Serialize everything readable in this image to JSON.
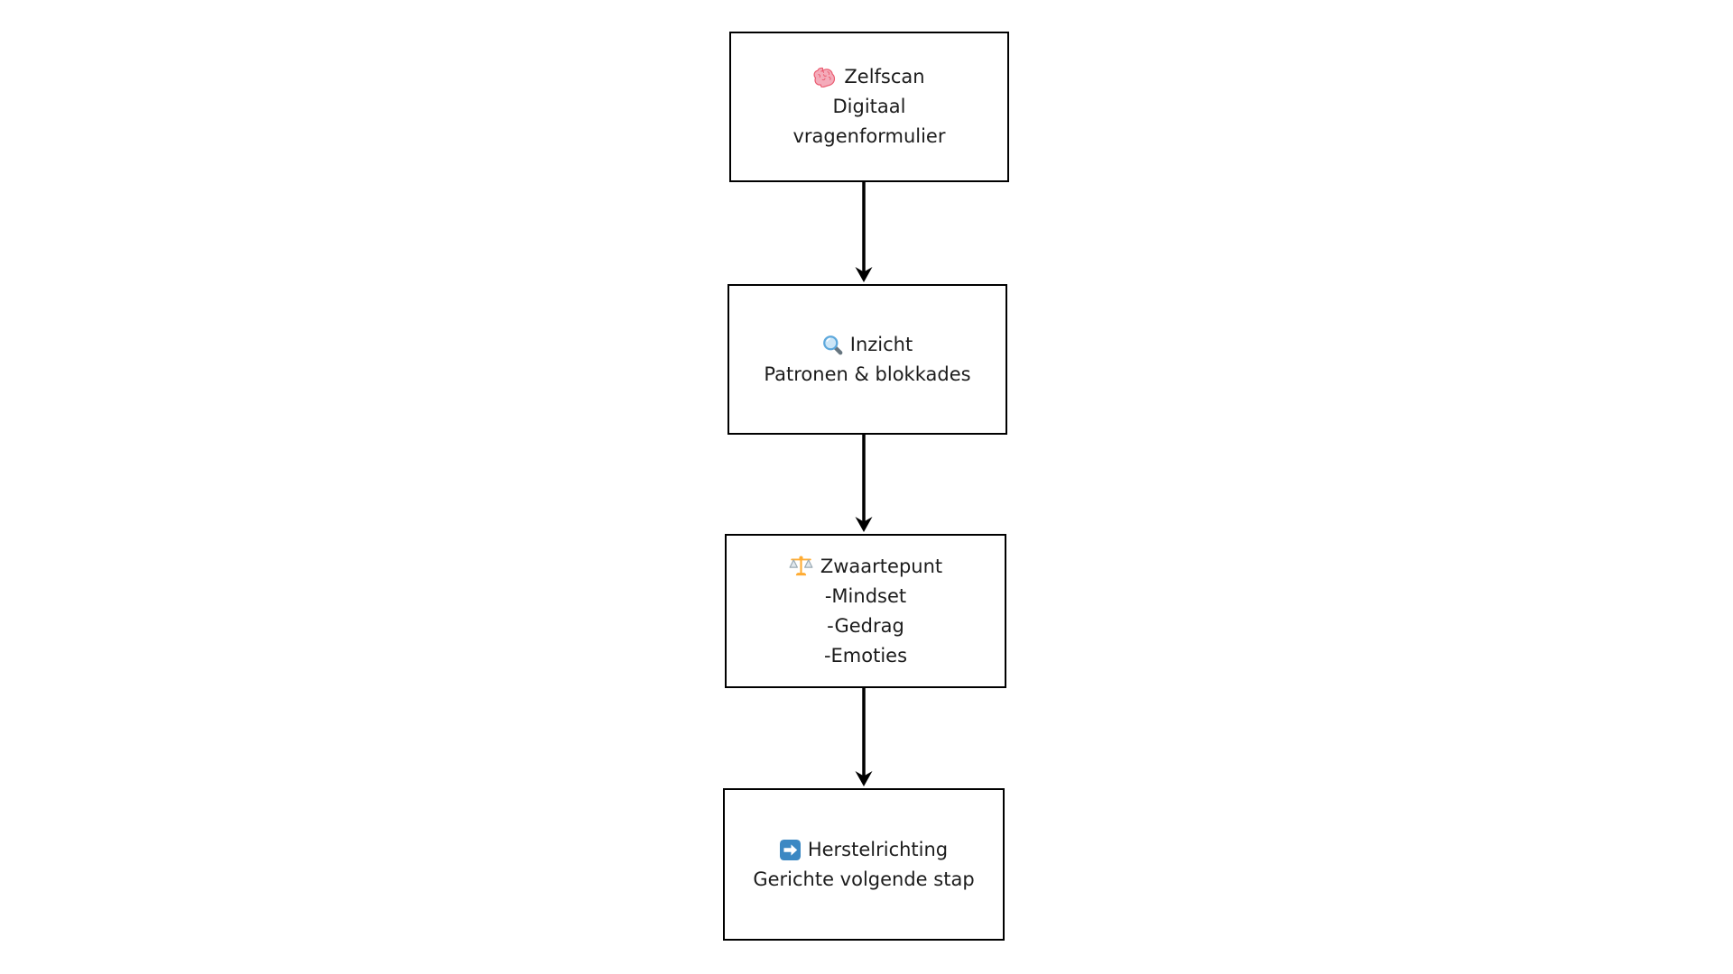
{
  "diagram": {
    "type": "flowchart",
    "direction": "top-down",
    "background": "#ffffff",
    "colors": {
      "node_border": "#000000",
      "node_fill": "#ffffff",
      "text": "#1c1c1c",
      "connector": "#000000",
      "brain_fill": "#F4ABBA",
      "brain_stroke": "#EA596E",
      "lens_fill": "#CDE6F7",
      "lens_ring": "#5DA8DC",
      "lens_handle": "#66757F",
      "scale_frame": "#FFAC33",
      "scale_pan_fill": "#E1E8ED",
      "scale_pan_stroke": "#9AAAB4",
      "arrow_square": "#3B88C3",
      "arrow_glyph": "#FFFFFF"
    },
    "nodes": [
      {
        "id": "zelfscan",
        "icon": "brain-icon",
        "title": "Zelfscan",
        "lines": [
          "Digitaal",
          "vragenformulier"
        ]
      },
      {
        "id": "inzicht",
        "icon": "magnifying-glass-icon",
        "title": "Inzicht",
        "lines": [
          "Patronen & blokkades"
        ]
      },
      {
        "id": "zwaartepunt",
        "icon": "balance-scale-icon",
        "title": "Zwaartepunt",
        "lines": [
          "-Mindset",
          "-Gedrag",
          "-Emoties"
        ]
      },
      {
        "id": "herstelrichting",
        "icon": "arrow-right-icon",
        "title": "Herstelrichting",
        "lines": [
          "Gerichte volgende stap"
        ]
      }
    ],
    "connectors": [
      {
        "from": "zelfscan",
        "to": "inzicht"
      },
      {
        "from": "inzicht",
        "to": "zwaartepunt"
      },
      {
        "from": "zwaartepunt",
        "to": "herstelrichting"
      }
    ]
  }
}
